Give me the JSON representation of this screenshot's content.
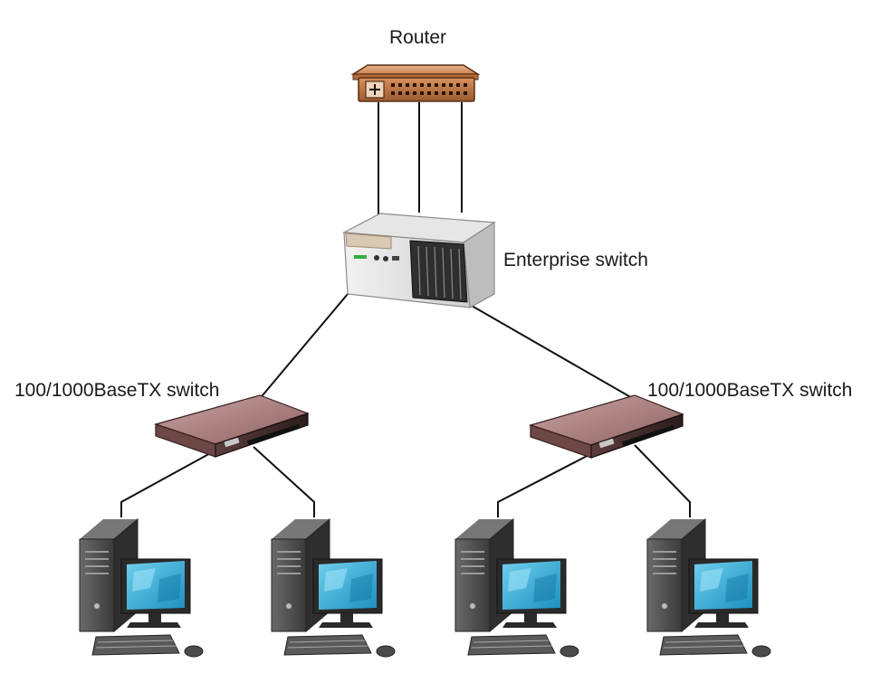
{
  "labels": {
    "router": "Router",
    "enterprise_switch": "Enterprise switch",
    "left_switch": "100/1000BaseTX switch",
    "right_switch": "100/1000BaseTX switch"
  },
  "colors": {
    "router_body": "#c97a45",
    "switch_body": "#9a6a6a",
    "tower": "#4a4a4a",
    "screen": "#3ab4d8",
    "cable": "#111111"
  },
  "icons": {
    "router": "router-icon",
    "enterprise_switch": "enterprise-switch-icon",
    "switch": "switch-icon",
    "computer": "desktop-computer-icon"
  }
}
